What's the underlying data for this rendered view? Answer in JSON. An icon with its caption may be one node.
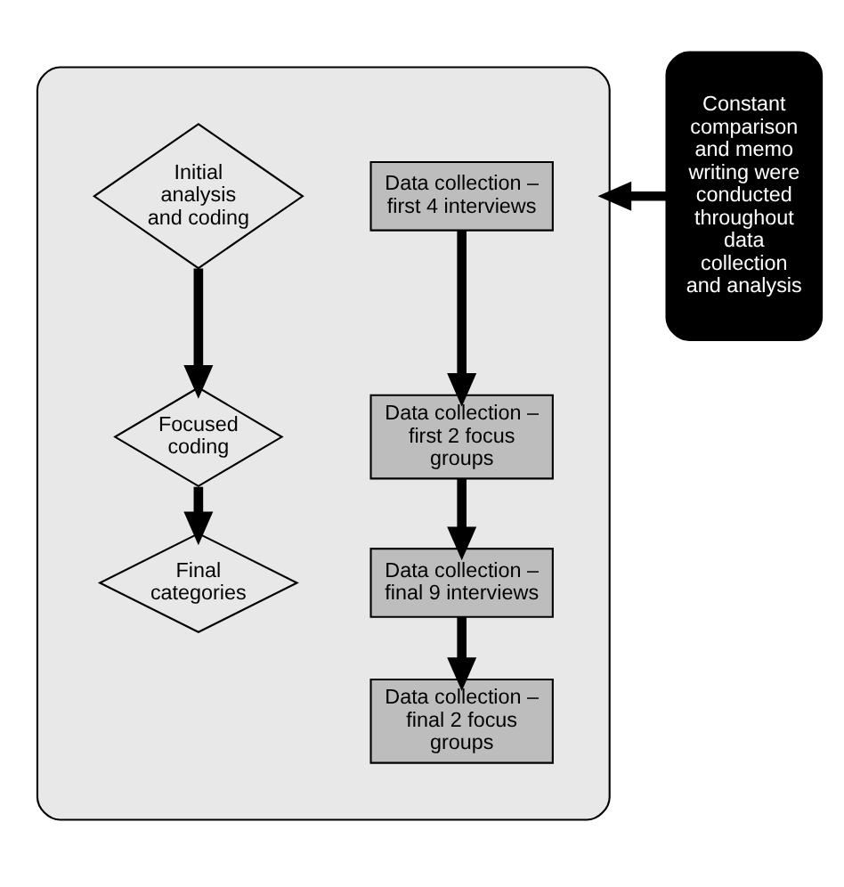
{
  "diagram": {
    "nodes": [
      {
        "text": [],
        "shape": "ellipse"
      },
      {
        "text": [
          "Data collection – first 4 interviews"
        ],
        "in": 0
      },
      {
        "text": [
          "Data collection – first 2 focus groups"
        ],
        "in": 0
      },
      {
        "text": [
          "Data collection – final 9 interviews"
        ],
        "in": 0
      },
      {
        "text": [
          "Data collection – final 2 focus groups"
        ],
        "in": 0
      },
      {
        "text": [
          "Initial analysis and coding"
        ],
        "in": 0
      },
      {
        "text": [
          "Focused coding"
        ],
        "in": 0
      },
      {
        "text": [
          "Final categories"
        ],
        "in": 0
      },
      {
        "text": [
          "Constant comparison and memo writing were conducted throughout data collection and analysis"
        ]
      }
    ],
    "edges": [
      {
        "from": 1,
        "to": 2,
        "arrow": "to"
      },
      {
        "from": 2,
        "to": 3,
        "arrow": "to"
      },
      {
        "from": 3,
        "to": 4,
        "arrow": "to"
      },
      {
        "from": 5,
        "to": 6,
        "arrow": "to"
      },
      {
        "from": 6,
        "to": 7,
        "arrow": "to"
      },
      {
        "from": 8,
        "to": 0,
        "arrow": "to"
      }
    ]
  }
}
